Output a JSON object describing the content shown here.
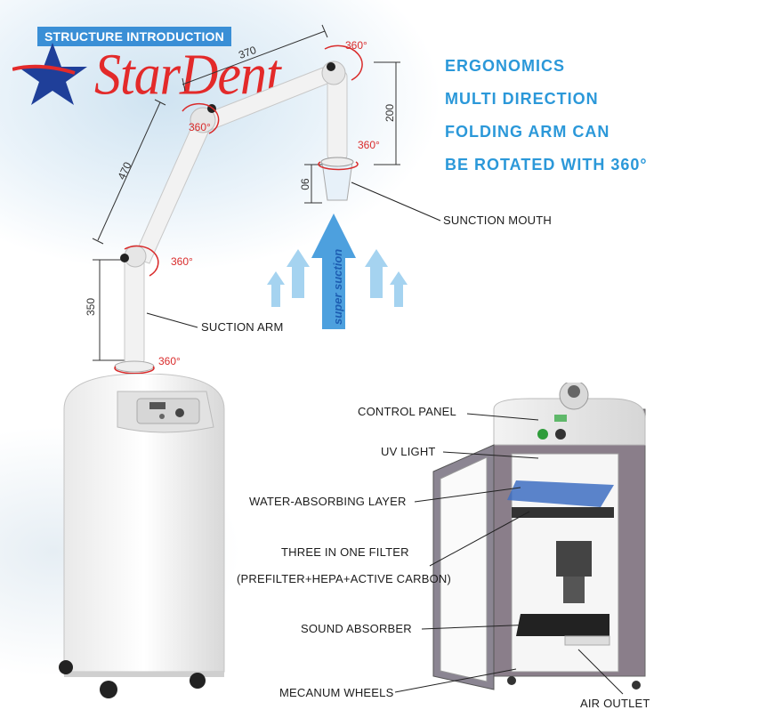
{
  "header": {
    "section_title": "STRUCTURE INTRODUCTION",
    "brand_name": "StarDent"
  },
  "feature_heading": [
    "ERGONOMICS",
    "MULTI DIRECTION",
    "FOLDING ARM CAN",
    "BE ROTATED WITH 360°"
  ],
  "dimensions": {
    "d1": "370",
    "d2": "200",
    "d3": "470",
    "d4": "90",
    "d5": "350"
  },
  "rotations": {
    "r1": "360°",
    "r2": "360°",
    "r3": "360°",
    "r4": "360°",
    "r5": "360°"
  },
  "suction_graphic_text": "super suction",
  "arm_labels": {
    "suction_mouth": "SUNCTION MOUTH",
    "suction_arm": "SUCTION ARM"
  },
  "cabinet_labels": {
    "control_panel": "CONTROL PANEL",
    "uv_light": "UV LIGHT",
    "water_layer": "WATER-ABSORBING LAYER",
    "filter_line1": "THREE IN ONE FILTER",
    "filter_line2": "(PREFILTER+HEPA+ACTIVE CARBON)",
    "sound_absorber": "SOUND ABSORBER",
    "wheels": "MECANUM WHEELS",
    "air_outlet": "AIR OUTLET"
  },
  "colors": {
    "accent_blue": "#2b98d9",
    "brand_red": "#e32a2a",
    "rotation_red": "#d92b2b"
  }
}
